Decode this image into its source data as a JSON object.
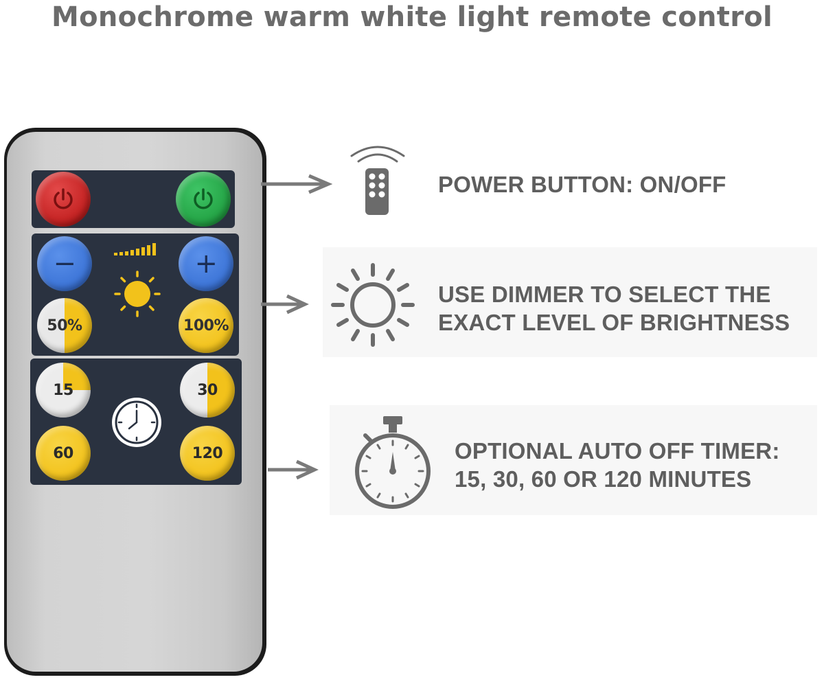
{
  "title": "Monochrome warm white light remote control",
  "remote": {
    "power_off_icon": "power-icon",
    "power_on_icon": "power-icon",
    "dim_down_symbol": "−",
    "dim_up_symbol": "+",
    "brightness_50_label": "50%",
    "brightness_100_label": "100%",
    "timer_15_label": "15",
    "timer_30_label": "30",
    "timer_60_label": "60",
    "timer_120_label": "120",
    "colors": {
      "power_off": "#d62b2b",
      "power_on": "#27a84a",
      "dimmer": "#3f78d8",
      "warm_yellow": "#f2c21b",
      "panel": "#2a3240"
    }
  },
  "annotations": [
    {
      "icon": "remote-signal-icon",
      "lines": [
        "POWER BUTTON: ON/OFF"
      ]
    },
    {
      "icon": "sun-icon",
      "lines": [
        "USE DIMMER TO SELECT THE",
        "EXACT LEVEL OF BRIGHTNESS"
      ]
    },
    {
      "icon": "stopwatch-icon",
      "lines": [
        "OPTIONAL AUTO OFF TIMER:",
        "15, 30, 60 OR 120 MINUTES"
      ]
    }
  ]
}
